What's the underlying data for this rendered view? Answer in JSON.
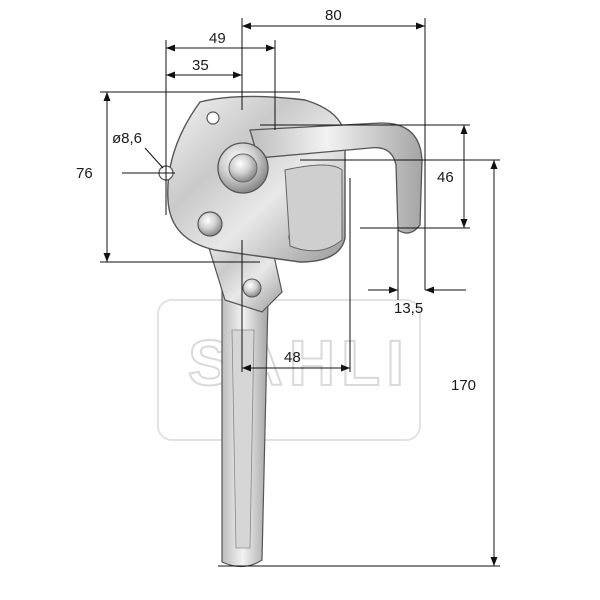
{
  "drawing": {
    "watermark": "SAHLI",
    "dimensions": {
      "width_overall": "80",
      "width_49": "49",
      "width_35": "35",
      "hole_diameter": "ø8,6",
      "height_plate": "76",
      "height_hook": "46",
      "hook_gap": "13,5",
      "lever_offset": "48",
      "height_overall": "170"
    }
  }
}
